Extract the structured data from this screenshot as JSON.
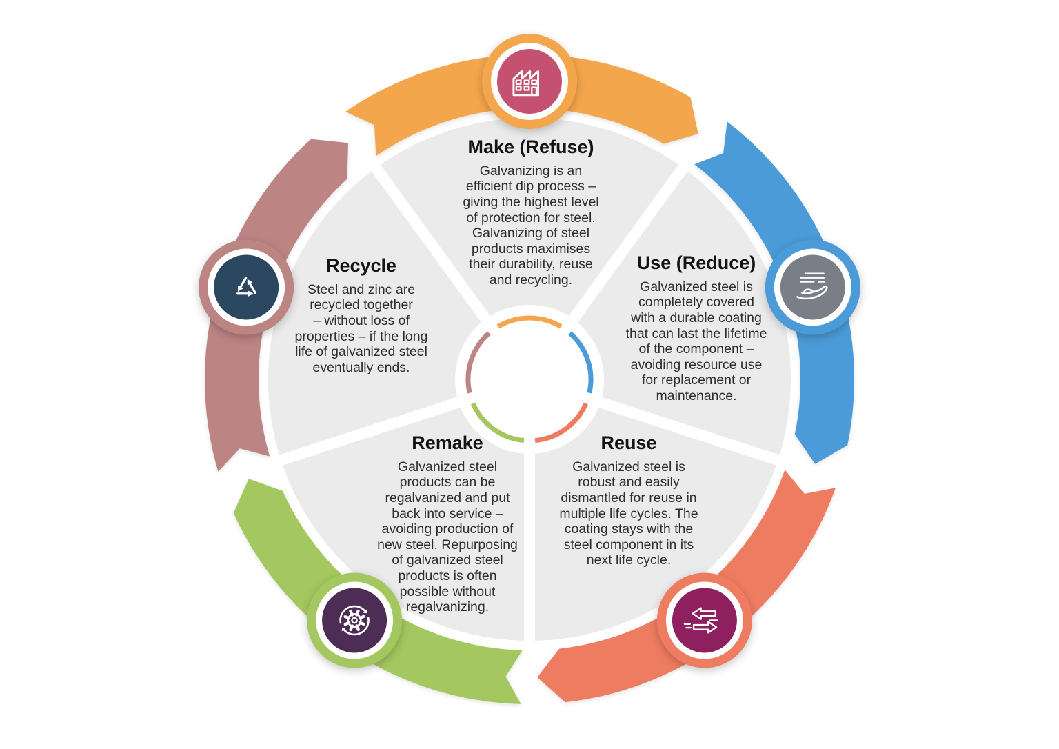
{
  "diagram": {
    "background_color": "#FFFFFF",
    "wedge_color": "#EBEBEB",
    "heading_color": "#141414",
    "body_text_color": "#2E2E2E",
    "segments": [
      {
        "id": "make",
        "label": "Make (Refuse)",
        "body": "Galvanizing is an\nefficient dip process –\ngiving the highest level\nof protection for steel.\nGalvanizing of steel\nproducts maximises\ntheir durability, reuse\nand recycling.",
        "arc_color": "#F3A64C",
        "icon": "factory-icon",
        "icon_bg": "#C45170"
      },
      {
        "id": "use",
        "label": "Use (Reduce)",
        "body": "Galvanized steel is\ncompletely covered\nwith a durable coating\nthat can last the lifetime\nof the component –\navoiding resource use\nfor replacement or\nmaintenance.",
        "arc_color": "#4A9BD8",
        "icon": "hand-receive-icon",
        "icon_bg": "#7A7E86"
      },
      {
        "id": "reuse",
        "label": "Reuse",
        "body": "Galvanized steel is\nrobust and easily\ndismantled for reuse in\nmultiple life cycles. The\ncoating stays with the\nsteel component in its\nnext life cycle.",
        "arc_color": "#EE7C60",
        "icon": "transfer-arrows-icon",
        "icon_bg": "#8E2060"
      },
      {
        "id": "remake",
        "label": "Remake",
        "body": "Galvanized steel\nproducts can be\nregalvanized and put\nback into service –\navoiding production of\nnew steel. Repurposing\nof galvanized steel\nproducts is often\npossible without\nregalvanizing.",
        "arc_color": "#A4C75F",
        "icon": "gear-cycle-icon",
        "icon_bg": "#4D2C56"
      },
      {
        "id": "recycle",
        "label": "Recycle",
        "body": "Steel and zinc are\nrecycled together\n– without loss of\nproperties – if the long\nlife of galvanized steel\neventually ends.",
        "arc_color": "#BC8483",
        "icon": "recycle-icon",
        "icon_bg": "#2C4760"
      }
    ]
  }
}
